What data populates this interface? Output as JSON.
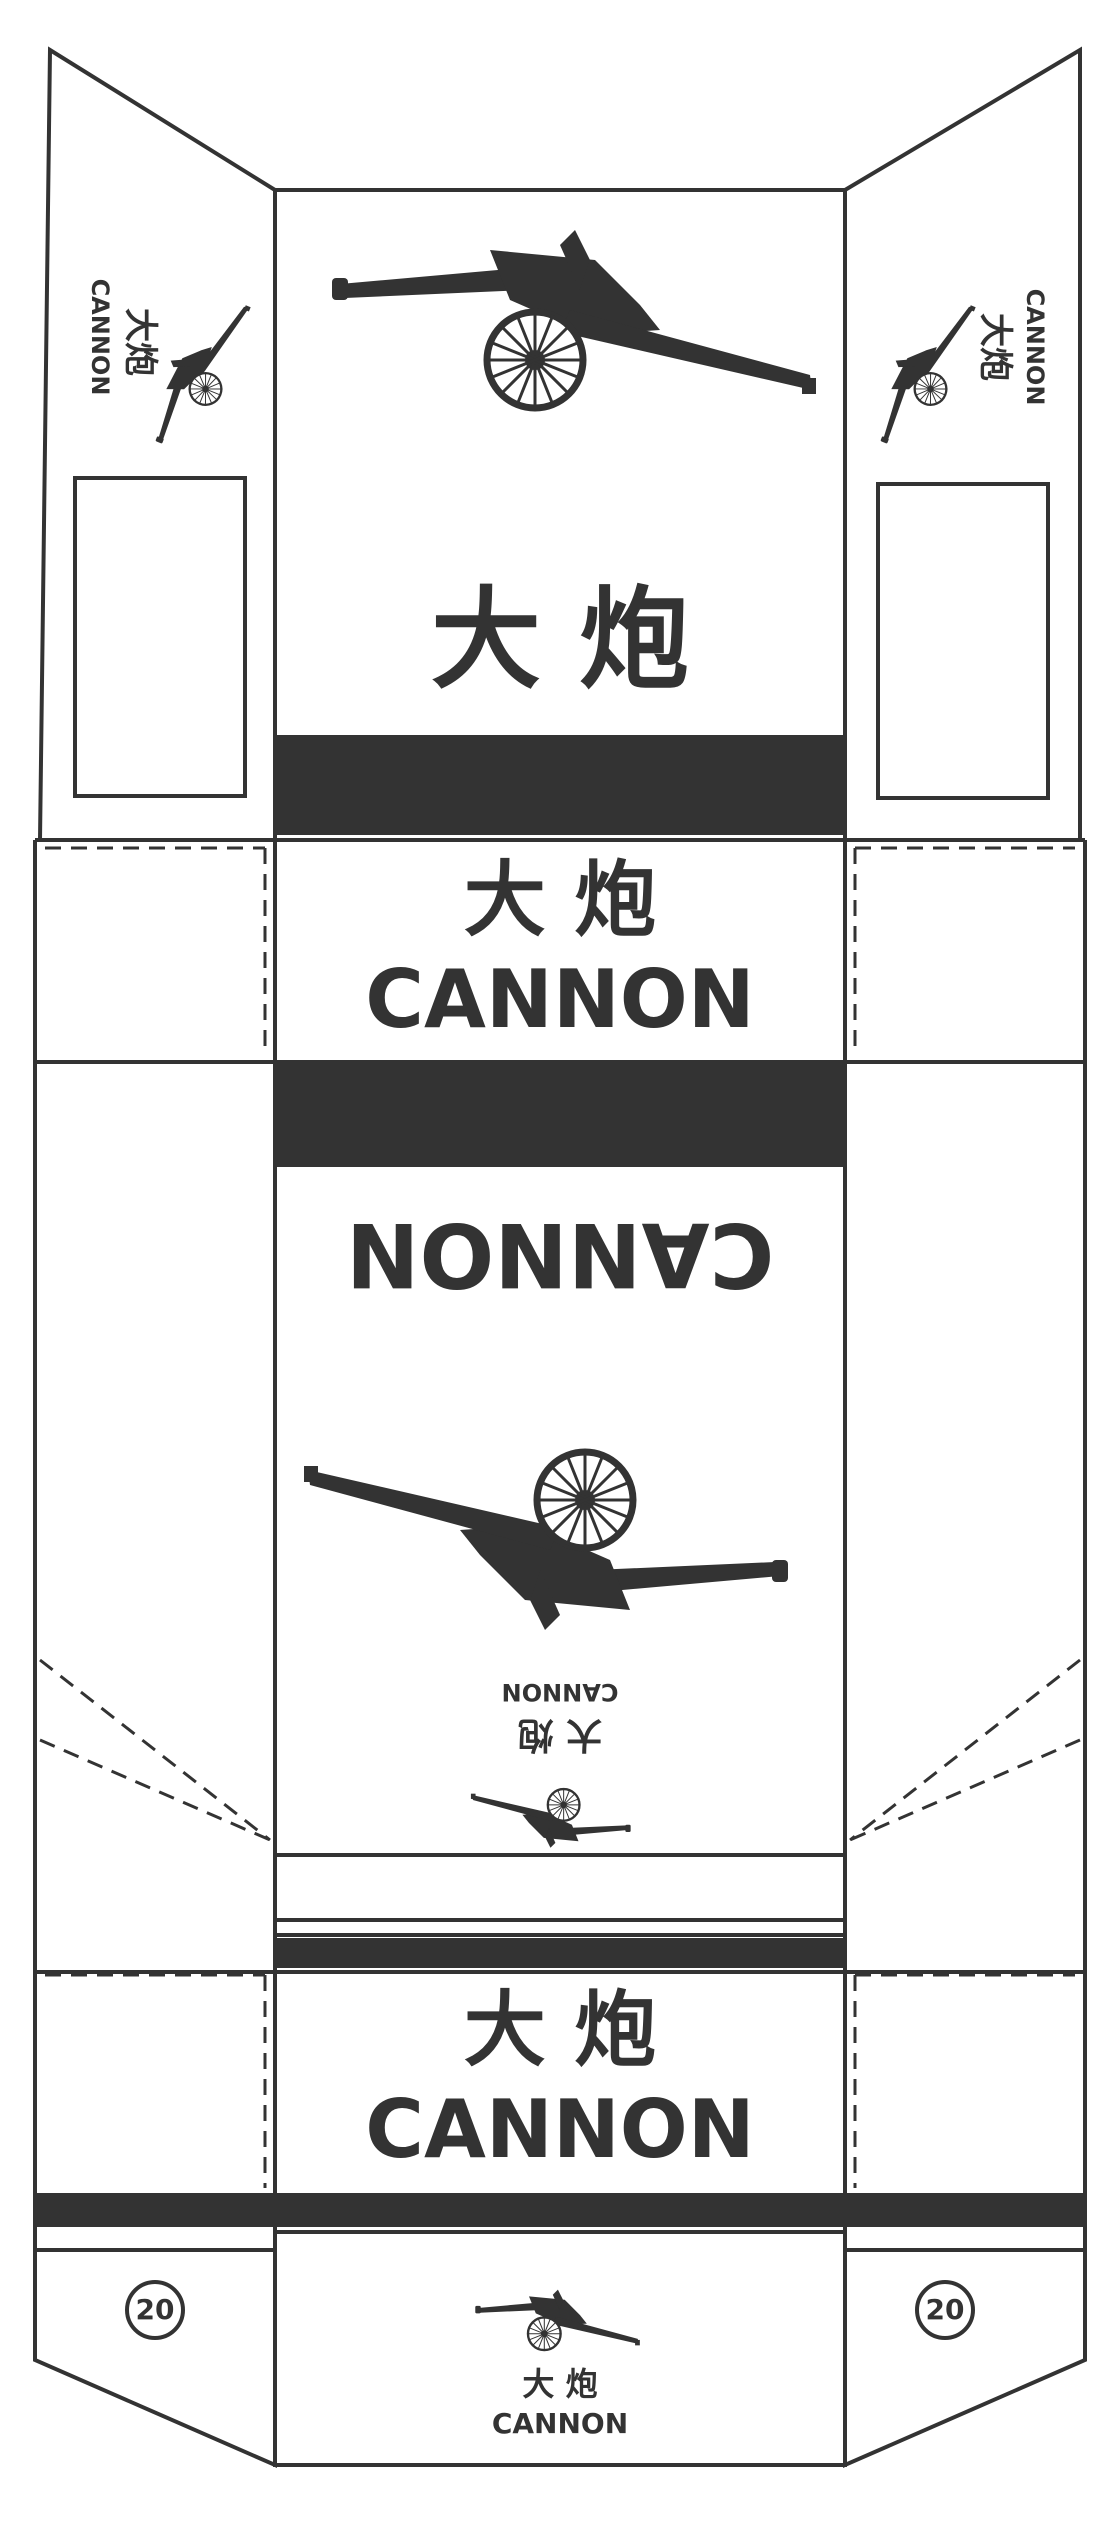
{
  "brand": {
    "name_cn": "大炮",
    "name_en": "CANNON",
    "cn_spaced": "大 炮"
  },
  "pack_count": "20",
  "colors": {
    "ink": "#333333",
    "paper": "#ffffff"
  },
  "icons": [
    "cannon-icon"
  ]
}
